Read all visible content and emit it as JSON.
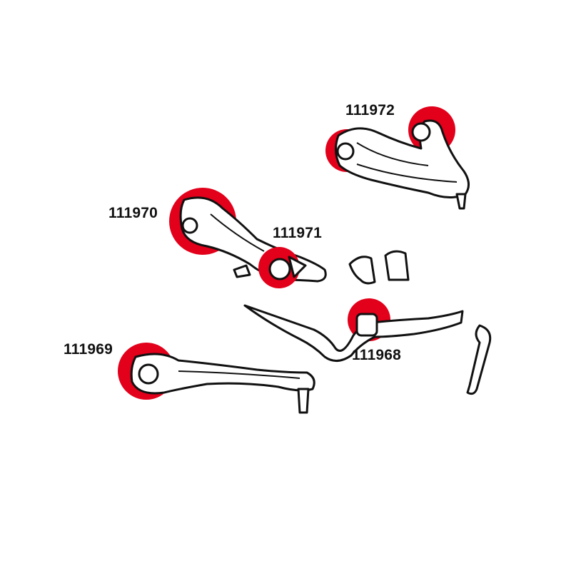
{
  "colors": {
    "bushing_highlight": "#e2001a",
    "outline": "#111111",
    "background": "#ffffff"
  },
  "parts": [
    {
      "part_number": "111972"
    },
    {
      "part_number": "111970"
    },
    {
      "part_number": "111971"
    },
    {
      "part_number": "111969"
    },
    {
      "part_number": "111968"
    }
  ]
}
